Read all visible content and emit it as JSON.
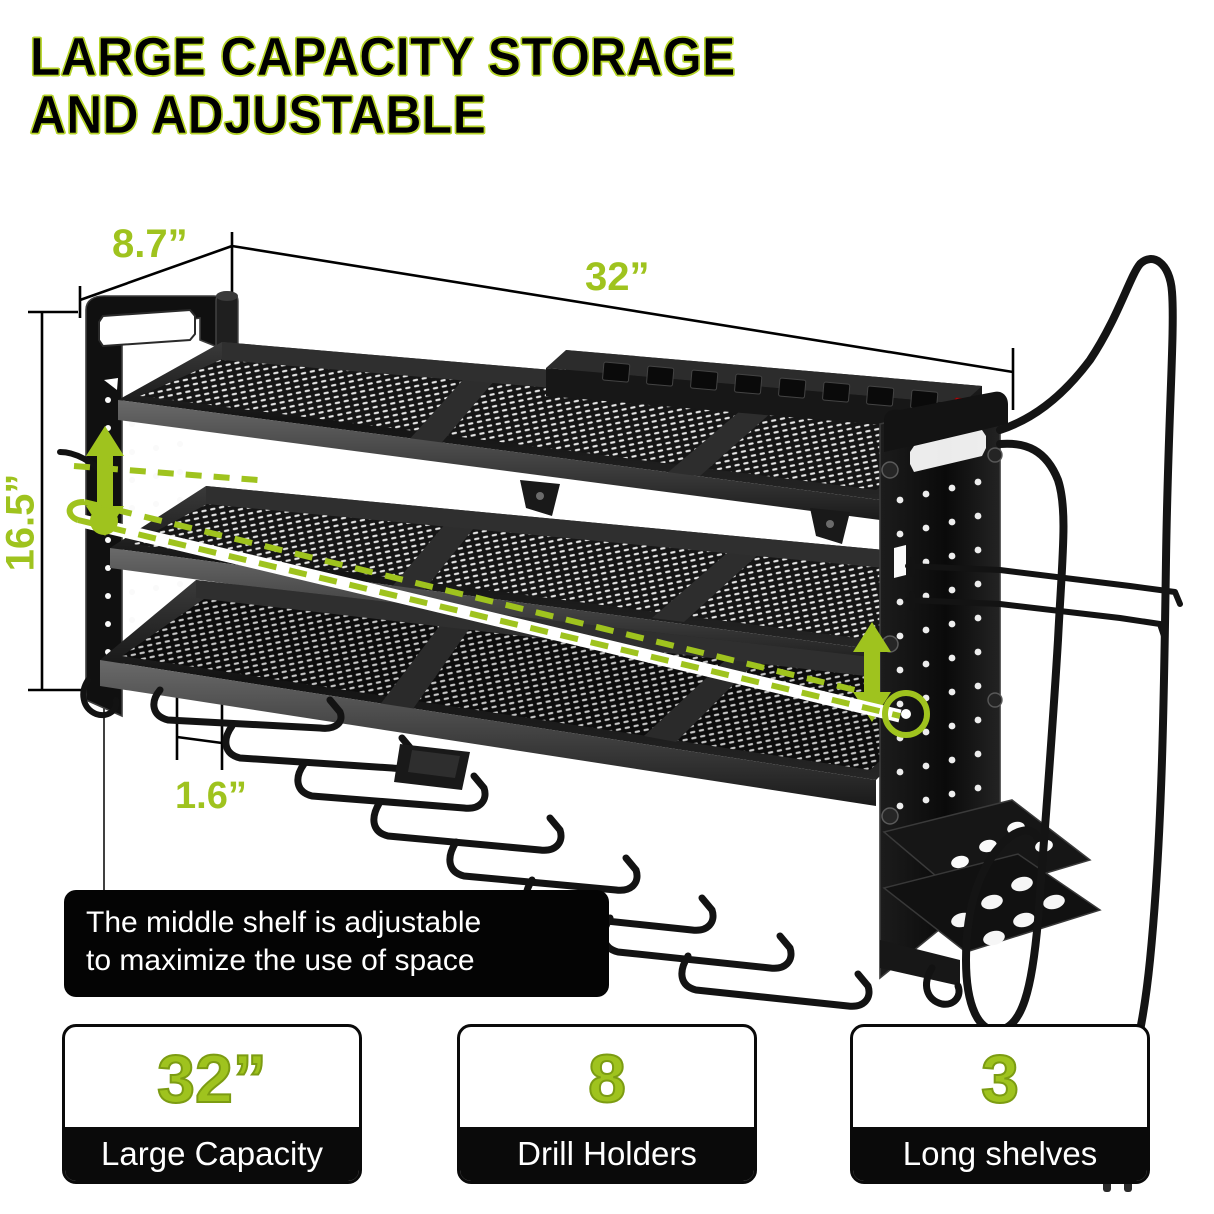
{
  "headline": {
    "line1": "LARGE CAPACITY STORAGE",
    "line2": "AND ADJUSTABLE",
    "text": "LARGE CAPACITY STORAGE\nAND ADJUSTABLE",
    "text_color": "#000000",
    "outline_color": "#b7d52a"
  },
  "accent_color": "#9fc31e",
  "dimensions": {
    "depth": "8.7”",
    "width": "32”",
    "height": "16.5”",
    "slot_spacing": "1.6”"
  },
  "callout": {
    "line1": "The middle shelf is adjustable",
    "line2": "to maximize the use of space",
    "background": "#040404",
    "text_color": "#ffffff"
  },
  "cards": [
    {
      "number": "32”",
      "label": "Large Capacity"
    },
    {
      "number": "8",
      "label": "Drill Holders"
    },
    {
      "number": "3",
      "label": "Long shelves"
    }
  ],
  "product": {
    "name": "wall-mounted power tool organizer rack",
    "shelf_count": 3,
    "shelf_surface": "perforated black metal mesh",
    "frame_color": "#1a1a1a",
    "power_strip": {
      "present": true,
      "outlet_count": 8,
      "switch_color": "#e8161a"
    },
    "drill_holder_count": 8,
    "cord": "black two-prong power cord",
    "annotations": {
      "adjust_arrow": "green double-headed vertical arrow",
      "adjust_guide": "green dashed shelf position line",
      "adjust_hole": "green circle highlighting mounting hole"
    }
  }
}
